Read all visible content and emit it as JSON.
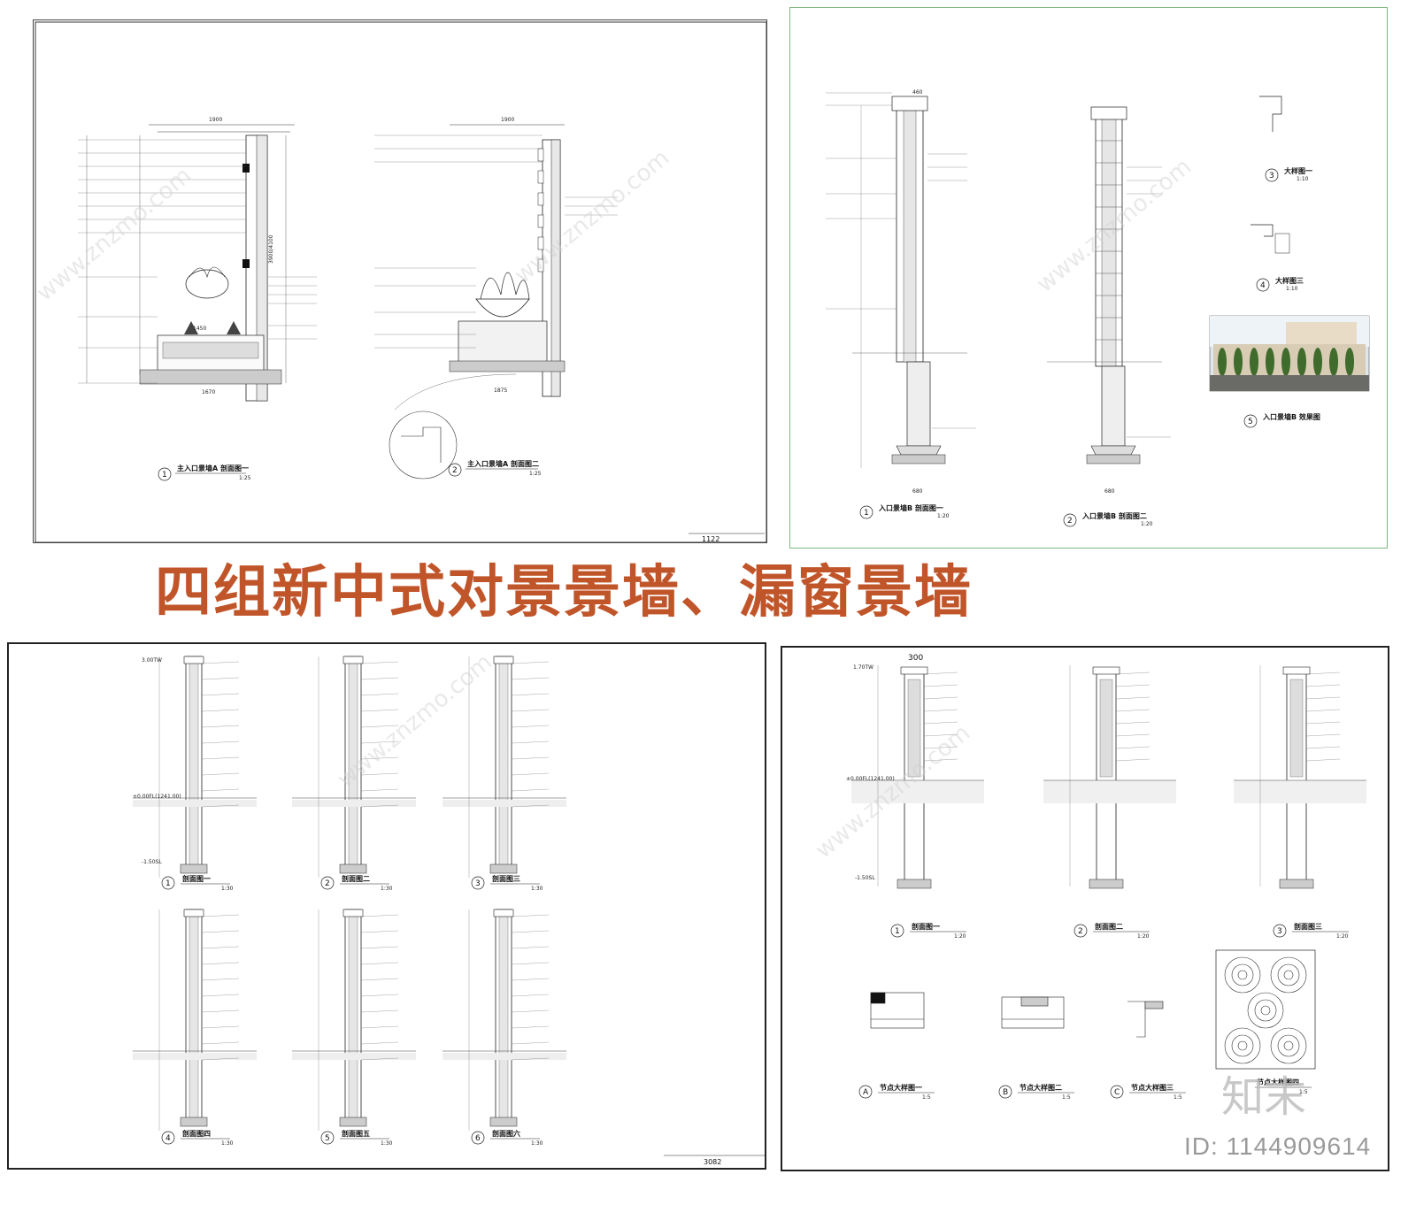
{
  "headline": "四组新中式对景景墙、漏窗景墙",
  "watermark": {
    "logo": "知末",
    "id": "ID: 1144909614",
    "site": "www.znzmo.com"
  },
  "sheet_tl": {
    "sections": [
      {
        "num": "1",
        "title": "主入口景墙A 剖面图一",
        "scale": "1:25"
      },
      {
        "num": "2",
        "title": "主入口景墙A 剖面图二",
        "scale": "1:25"
      }
    ],
    "sheet_no": "1122",
    "dims": [
      "1900",
      "3900/4100",
      "1450",
      "1670",
      "1875"
    ]
  },
  "sheet_tr": {
    "sections": [
      {
        "num": "1",
        "title": "入口景墙B 剖面图一",
        "scale": "1:20"
      },
      {
        "num": "2",
        "title": "入口景墙B 剖面图二",
        "scale": "1:20"
      },
      {
        "num": "3",
        "title": "大样图一",
        "scale": "1:10"
      },
      {
        "num": "4",
        "title": "大样图三",
        "scale": "1:10"
      },
      {
        "num": "5",
        "title": "入口景墙B 效果图",
        "scale": ""
      }
    ],
    "dims": [
      "460",
      "680"
    ]
  },
  "sheet_bl": {
    "sections": [
      {
        "num": "1",
        "title": "剖面图一",
        "scale": "1:30"
      },
      {
        "num": "2",
        "title": "剖面图二",
        "scale": "1:30"
      },
      {
        "num": "3",
        "title": "剖面图三",
        "scale": "1:30"
      },
      {
        "num": "4",
        "title": "剖面图四",
        "scale": "1:30"
      },
      {
        "num": "5",
        "title": "剖面图五",
        "scale": "1:30"
      },
      {
        "num": "6",
        "title": "剖面图六",
        "scale": "1:30"
      }
    ],
    "sheet_no": "3082",
    "elev_top": "3.00TW",
    "elev_zero": "±0.00FL(1241.00)",
    "elev_bottom": "-1.50SL"
  },
  "sheet_br": {
    "sections": [
      {
        "num": "1",
        "title": "剖面图一",
        "scale": "1:20"
      },
      {
        "num": "2",
        "title": "剖面图二",
        "scale": "1:20"
      },
      {
        "num": "3",
        "title": "剖面图三",
        "scale": "1:20"
      },
      {
        "num": "A",
        "title": "节点大样图一",
        "scale": "1:5"
      },
      {
        "num": "B",
        "title": "节点大样图二",
        "scale": "1:5"
      },
      {
        "num": "C",
        "title": "节点大样图三",
        "scale": "1:5"
      },
      {
        "num": "",
        "title": "节点大样图四",
        "scale": "1:5"
      }
    ],
    "elev_top": "1.70TW",
    "elev_zero": "±0.00FL(1241.00)",
    "elev_bottom": "-1.50SL",
    "dims": [
      "300"
    ]
  }
}
